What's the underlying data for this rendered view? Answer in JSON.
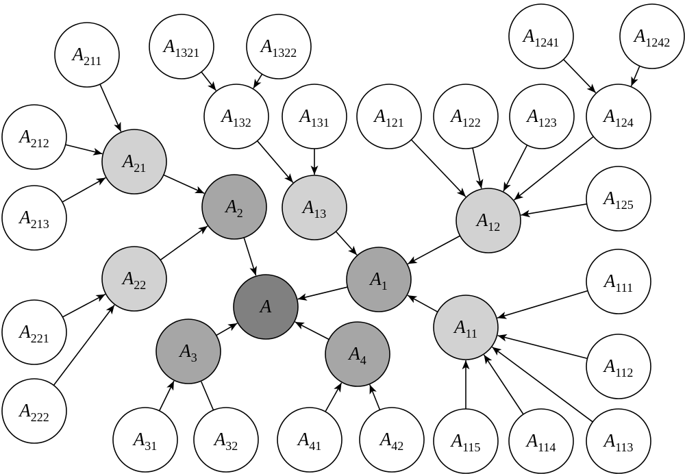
{
  "colors": {
    "root": "#808080",
    "level1": "#a6a6a6",
    "level2": "#d2d2d2",
    "leaf": "#ffffff",
    "stroke": "#000000"
  },
  "nodes": [
    {
      "id": "A",
      "base": "A",
      "sub": "",
      "level": "root"
    },
    {
      "id": "A1",
      "base": "A",
      "sub": "1",
      "level": "level1"
    },
    {
      "id": "A2",
      "base": "A",
      "sub": "2",
      "level": "level1"
    },
    {
      "id": "A3",
      "base": "A",
      "sub": "3",
      "level": "level1"
    },
    {
      "id": "A4",
      "base": "A",
      "sub": "4",
      "level": "level1"
    },
    {
      "id": "A11",
      "base": "A",
      "sub": "11",
      "level": "level2"
    },
    {
      "id": "A12",
      "base": "A",
      "sub": "12",
      "level": "level2"
    },
    {
      "id": "A13",
      "base": "A",
      "sub": "13",
      "level": "level2"
    },
    {
      "id": "A21",
      "base": "A",
      "sub": "21",
      "level": "level2"
    },
    {
      "id": "A22",
      "base": "A",
      "sub": "22",
      "level": "level2"
    },
    {
      "id": "A111",
      "base": "A",
      "sub": "111",
      "level": "leaf"
    },
    {
      "id": "A112",
      "base": "A",
      "sub": "112",
      "level": "leaf"
    },
    {
      "id": "A113",
      "base": "A",
      "sub": "113",
      "level": "leaf"
    },
    {
      "id": "A114",
      "base": "A",
      "sub": "114",
      "level": "leaf"
    },
    {
      "id": "A115",
      "base": "A",
      "sub": "115",
      "level": "leaf"
    },
    {
      "id": "A121",
      "base": "A",
      "sub": "121",
      "level": "leaf"
    },
    {
      "id": "A122",
      "base": "A",
      "sub": "122",
      "level": "leaf"
    },
    {
      "id": "A123",
      "base": "A",
      "sub": "123",
      "level": "leaf"
    },
    {
      "id": "A124",
      "base": "A",
      "sub": "124",
      "level": "leaf"
    },
    {
      "id": "A125",
      "base": "A",
      "sub": "125",
      "level": "leaf"
    },
    {
      "id": "A1241",
      "base": "A",
      "sub": "1241",
      "level": "leaf"
    },
    {
      "id": "A1242",
      "base": "A",
      "sub": "1242",
      "level": "leaf"
    },
    {
      "id": "A131",
      "base": "A",
      "sub": "131",
      "level": "leaf"
    },
    {
      "id": "A132",
      "base": "A",
      "sub": "132",
      "level": "leaf"
    },
    {
      "id": "A1321",
      "base": "A",
      "sub": "1321",
      "level": "leaf"
    },
    {
      "id": "A1322",
      "base": "A",
      "sub": "1322",
      "level": "leaf"
    },
    {
      "id": "A211",
      "base": "A",
      "sub": "211",
      "level": "leaf"
    },
    {
      "id": "A212",
      "base": "A",
      "sub": "212",
      "level": "leaf"
    },
    {
      "id": "A213",
      "base": "A",
      "sub": "213",
      "level": "leaf"
    },
    {
      "id": "A221",
      "base": "A",
      "sub": "221",
      "level": "leaf"
    },
    {
      "id": "A222",
      "base": "A",
      "sub": "222",
      "level": "leaf"
    },
    {
      "id": "A31",
      "base": "A",
      "sub": "31",
      "level": "leaf"
    },
    {
      "id": "A32",
      "base": "A",
      "sub": "32",
      "level": "leaf"
    },
    {
      "id": "A41",
      "base": "A",
      "sub": "41",
      "level": "leaf"
    },
    {
      "id": "A42",
      "base": "A",
      "sub": "42",
      "level": "leaf"
    }
  ],
  "edges": [
    {
      "from": "A1",
      "to": "A",
      "arrow": true
    },
    {
      "from": "A2",
      "to": "A",
      "arrow": true
    },
    {
      "from": "A3",
      "to": "A",
      "arrow": true
    },
    {
      "from": "A4",
      "to": "A",
      "arrow": true
    },
    {
      "from": "A11",
      "to": "A1",
      "arrow": true
    },
    {
      "from": "A12",
      "to": "A1",
      "arrow": true
    },
    {
      "from": "A13",
      "to": "A1",
      "arrow": true
    },
    {
      "from": "A21",
      "to": "A2",
      "arrow": true
    },
    {
      "from": "A22",
      "to": "A2",
      "arrow": true
    },
    {
      "from": "A111",
      "to": "A11",
      "arrow": true
    },
    {
      "from": "A112",
      "to": "A11",
      "arrow": true
    },
    {
      "from": "A113",
      "to": "A11",
      "arrow": true
    },
    {
      "from": "A114",
      "to": "A11",
      "arrow": true
    },
    {
      "from": "A115",
      "to": "A11",
      "arrow": true
    },
    {
      "from": "A121",
      "to": "A12",
      "arrow": true
    },
    {
      "from": "A122",
      "to": "A12",
      "arrow": true
    },
    {
      "from": "A123",
      "to": "A12",
      "arrow": true
    },
    {
      "from": "A124",
      "to": "A12",
      "arrow": true
    },
    {
      "from": "A125",
      "to": "A12",
      "arrow": true
    },
    {
      "from": "A1241",
      "to": "A124",
      "arrow": true
    },
    {
      "from": "A1242",
      "to": "A124",
      "arrow": true
    },
    {
      "from": "A131",
      "to": "A13",
      "arrow": true
    },
    {
      "from": "A132",
      "to": "A13",
      "arrow": true
    },
    {
      "from": "A1321",
      "to": "A132",
      "arrow": true
    },
    {
      "from": "A1322",
      "to": "A132",
      "arrow": true
    },
    {
      "from": "A211",
      "to": "A21",
      "arrow": true
    },
    {
      "from": "A212",
      "to": "A21",
      "arrow": true
    },
    {
      "from": "A213",
      "to": "A21",
      "arrow": true
    },
    {
      "from": "A221",
      "to": "A22",
      "arrow": true
    },
    {
      "from": "A222",
      "to": "A22",
      "arrow": true
    },
    {
      "from": "A31",
      "to": "A3",
      "arrow": true
    },
    {
      "from": "A32",
      "to": "A3",
      "arrow": false
    },
    {
      "from": "A41",
      "to": "A4",
      "arrow": true
    },
    {
      "from": "A42",
      "to": "A4",
      "arrow": true
    }
  ]
}
